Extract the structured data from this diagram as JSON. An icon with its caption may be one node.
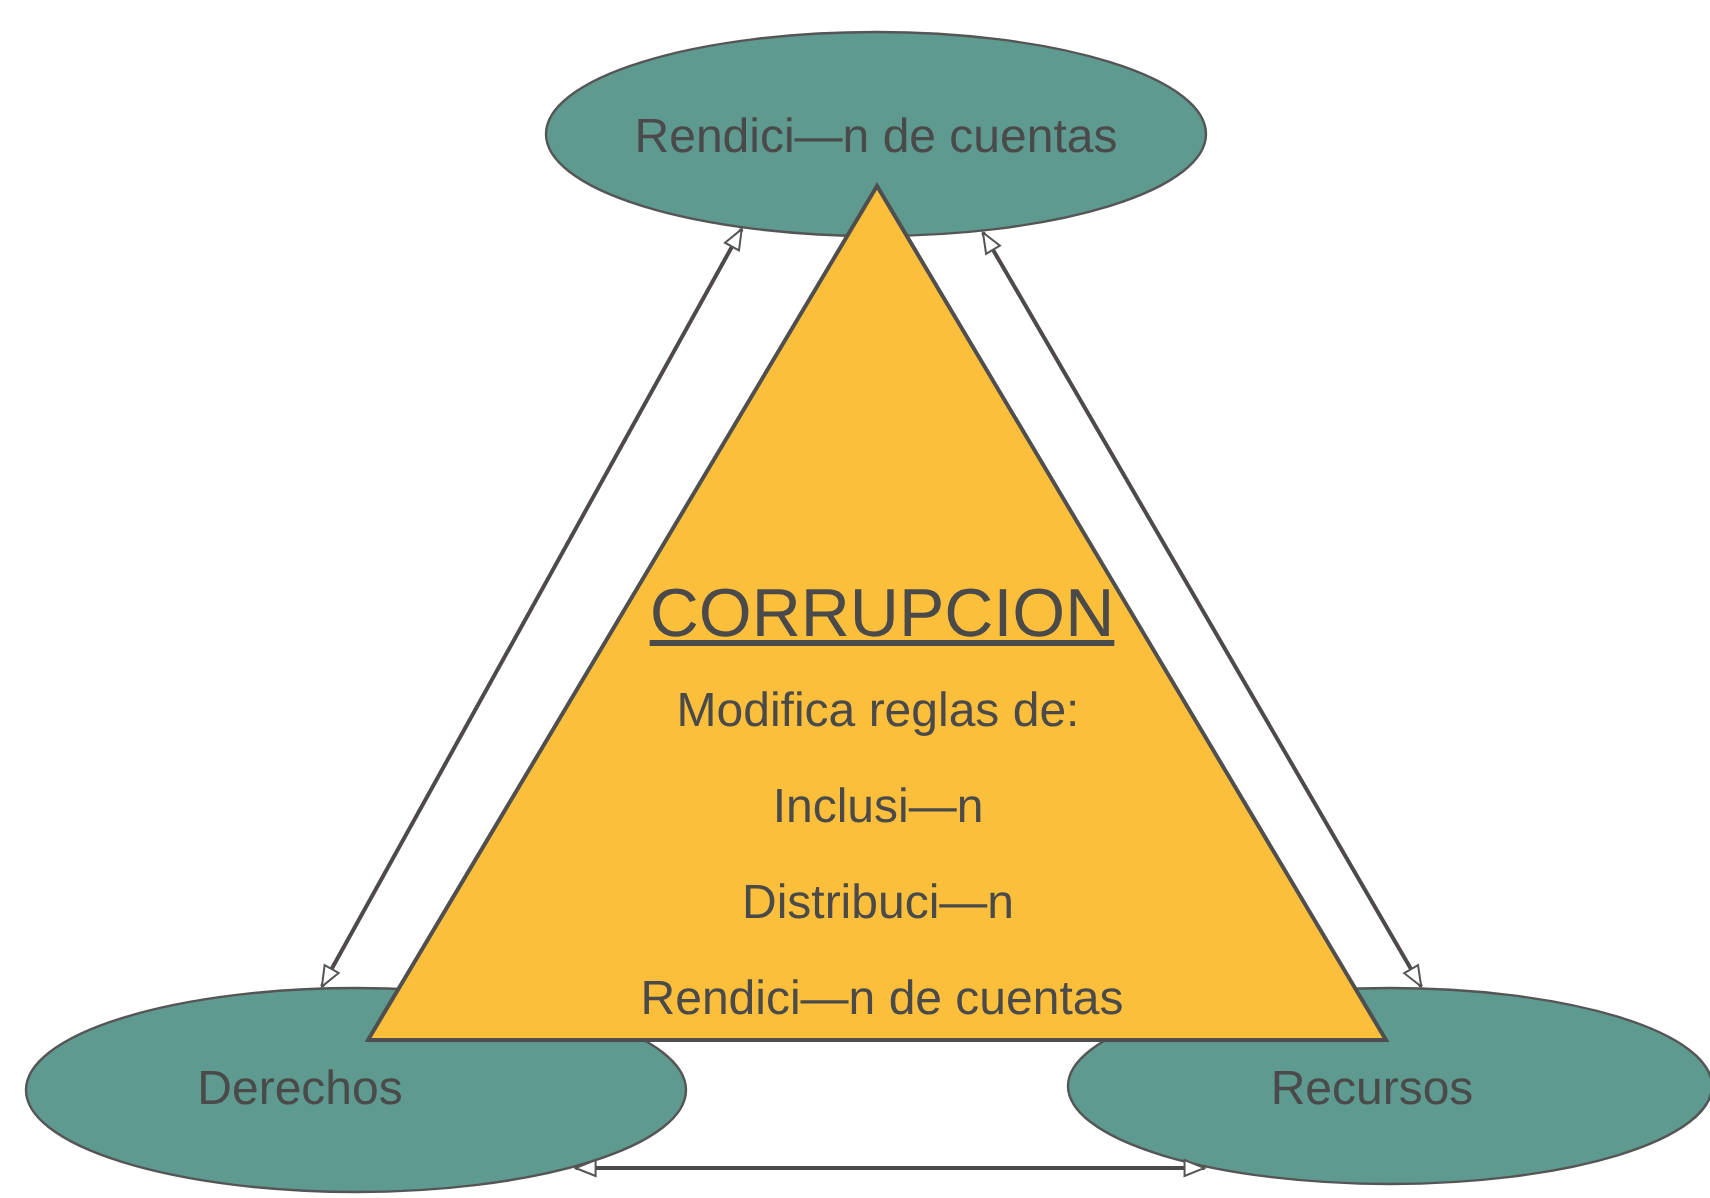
{
  "diagram": {
    "nodes": [
      {
        "text": [
          "Rendici—n de cuentas"
        ]
      },
      {
        "text": [
          "CORRUPCION",
          "Modifica  reglas de:",
          "Inclusi—n",
          "Distribuci—n",
          "Rendici—n de cuentas"
        ]
      },
      {
        "text": [
          "Derechos"
        ]
      },
      {
        "text": [
          "Recursos"
        ]
      }
    ],
    "edges": [
      {
        "from": 2,
        "to": 0,
        "arrow": "both"
      },
      {
        "from": 0,
        "to": 3,
        "arrow": "both"
      },
      {
        "from": 2,
        "to": 3,
        "arrow": "both"
      }
    ]
  }
}
